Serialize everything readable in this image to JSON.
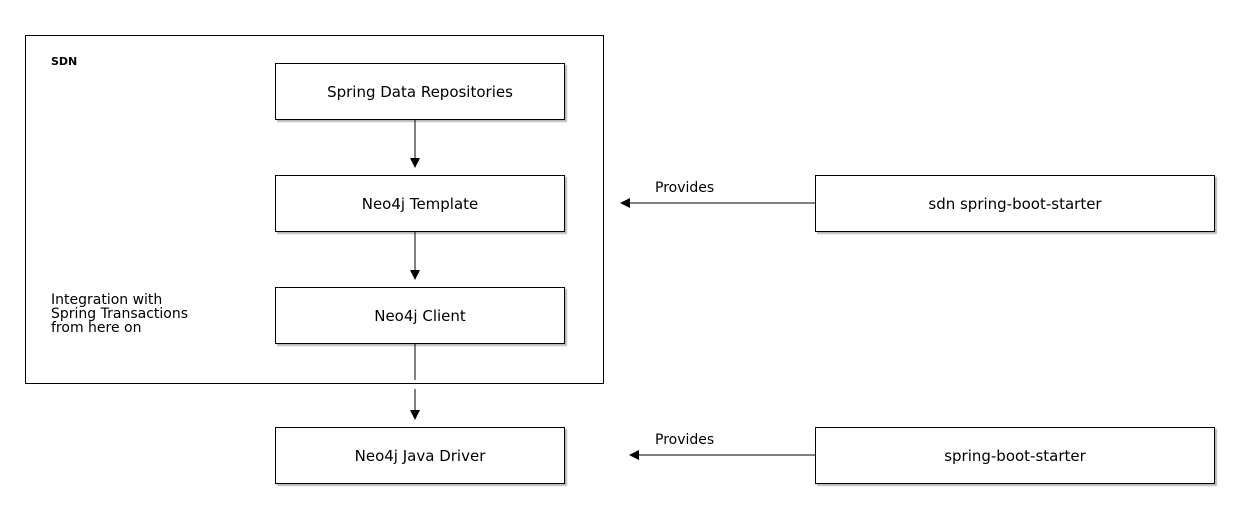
{
  "container": {
    "label": "SDN"
  },
  "note": {
    "lines": [
      "Integration with",
      "Spring Transactions",
      "from here on"
    ]
  },
  "nodes": {
    "repositories": "Spring Data Repositories",
    "template": "Neo4j Template",
    "client": "Neo4j Client",
    "driver": "Neo4j Java Driver",
    "sdn_starter": "sdn spring-boot-starter",
    "boot_starter": "spring-boot-starter"
  },
  "edges": {
    "provides_top": "Provides",
    "provides_bottom": "Provides"
  },
  "colors": {
    "line": "#000000",
    "box_fill": "#ffffff",
    "background": "#ffffff"
  }
}
